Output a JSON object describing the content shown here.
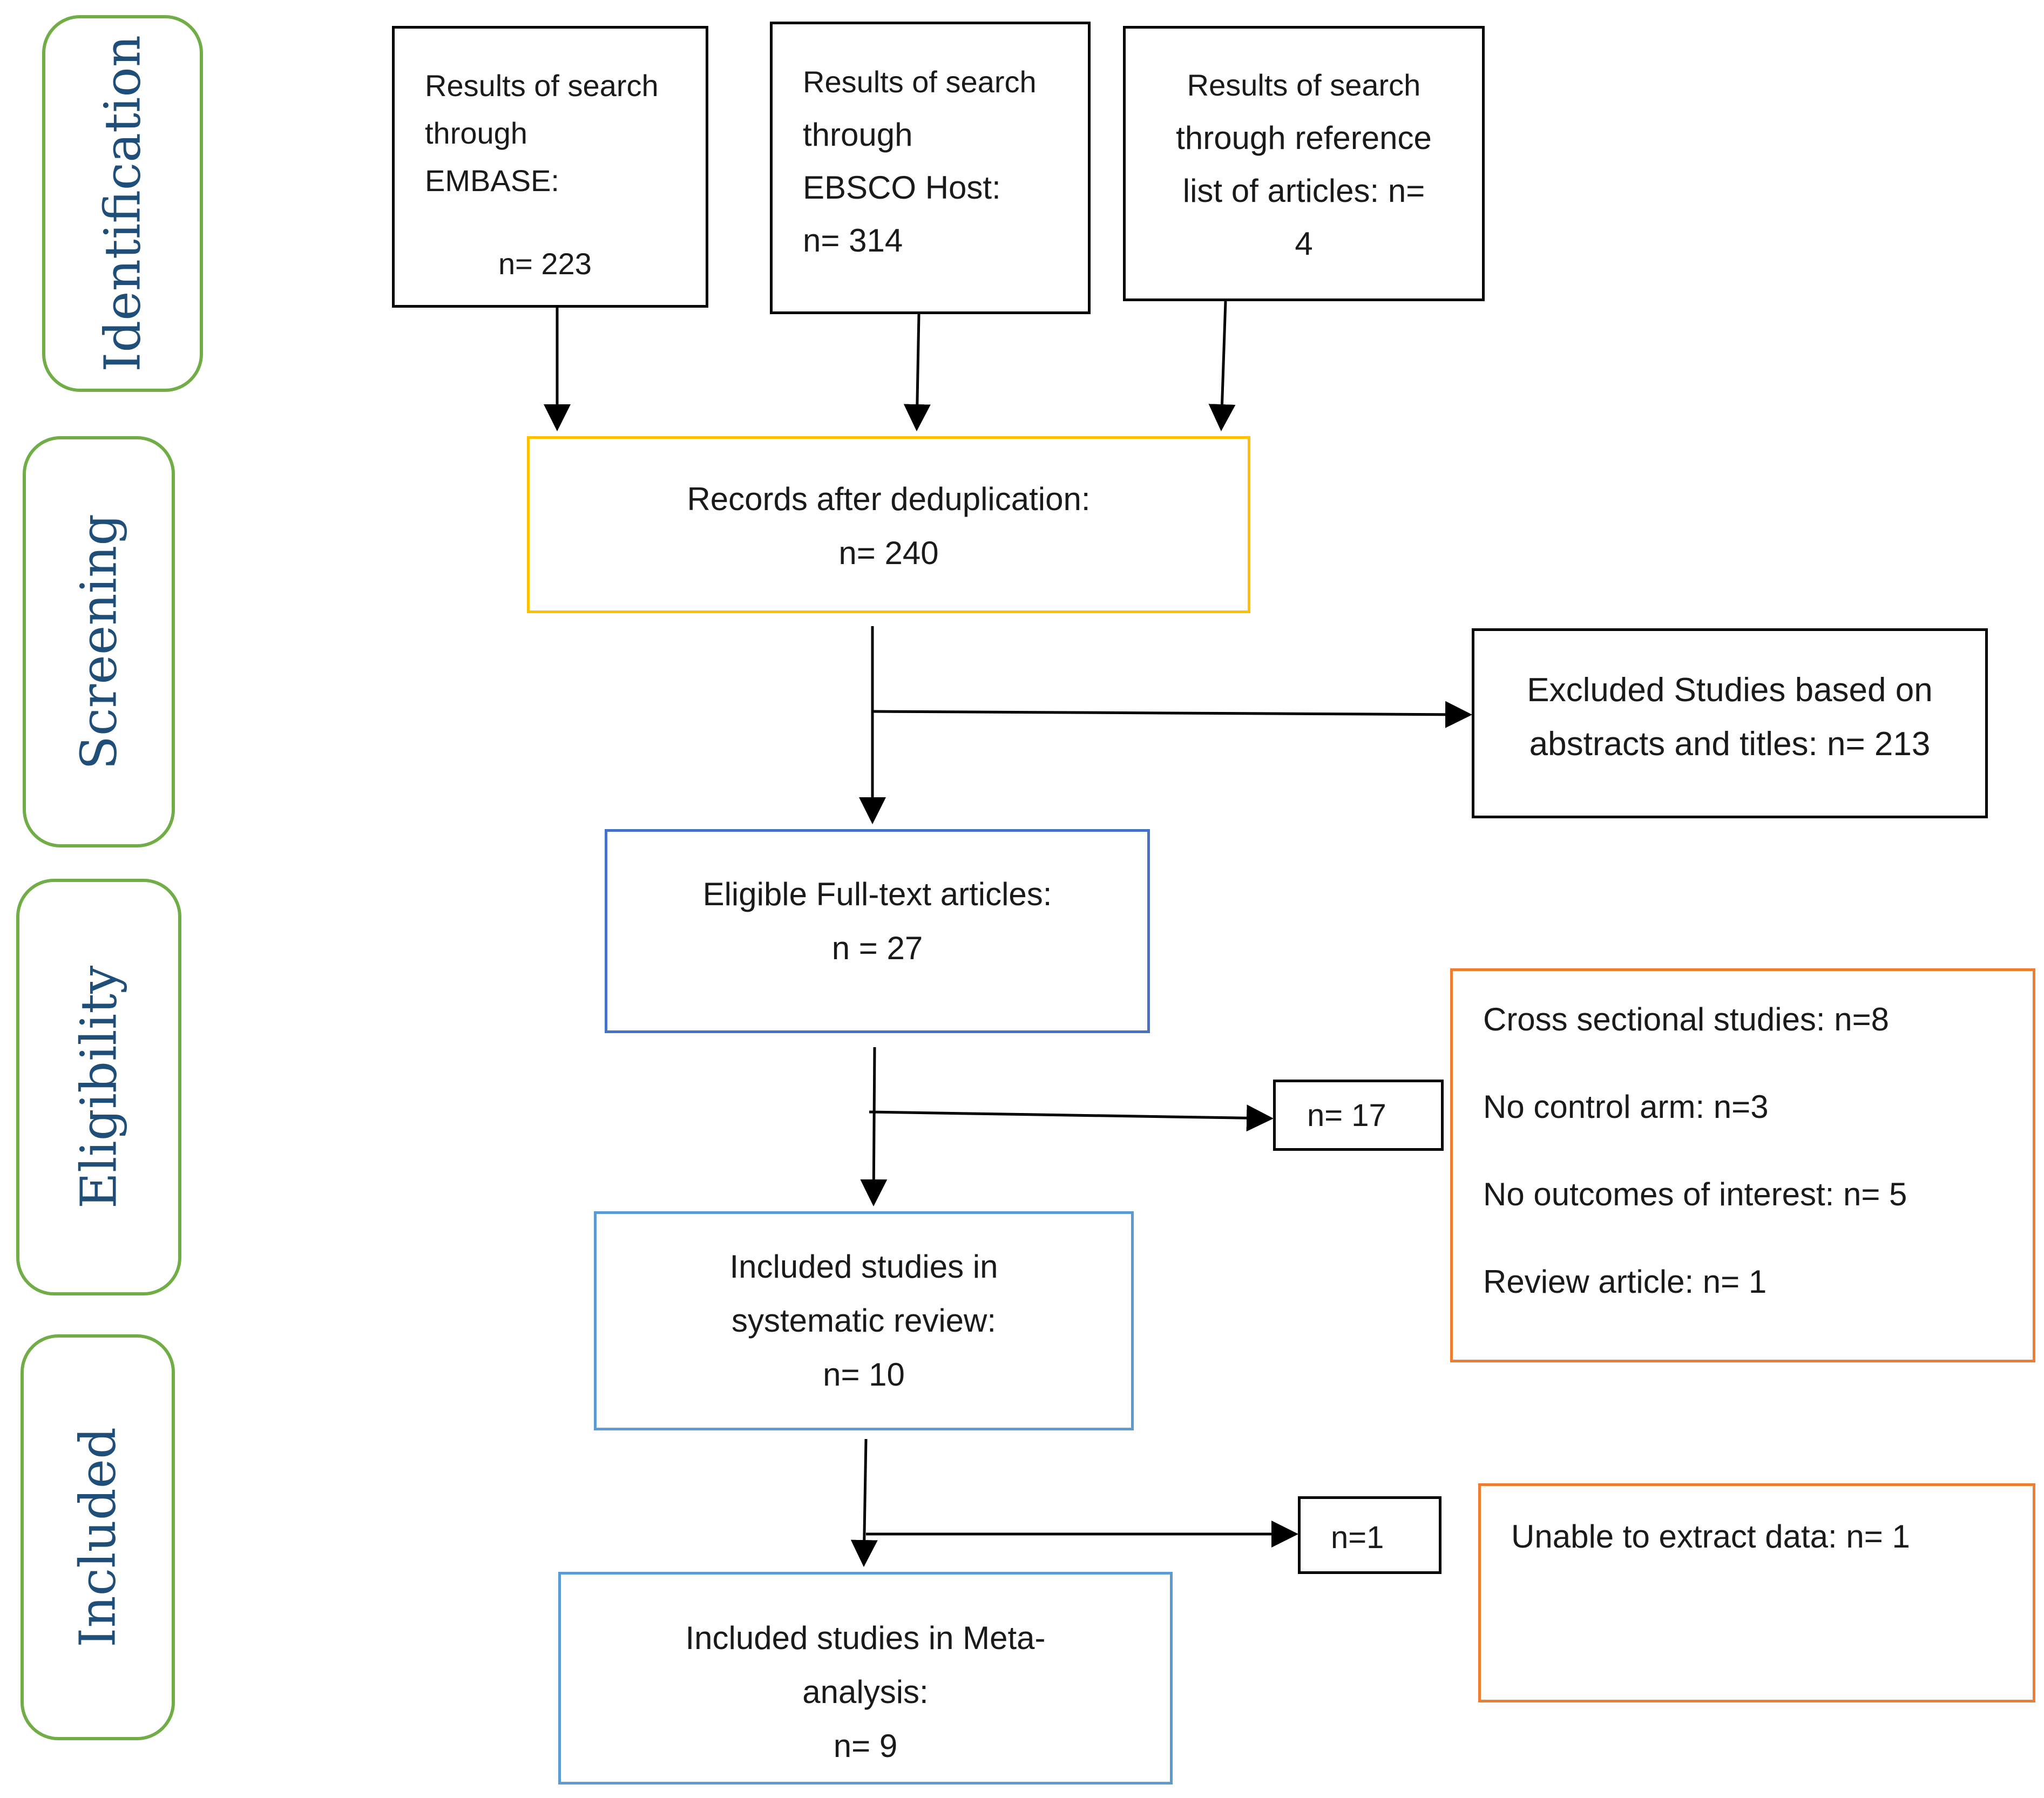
{
  "colors": {
    "phase_border": "#70ad47",
    "phase_text": "#1f4e79",
    "black": "#000000",
    "yellow": "#ffc000",
    "blue": "#4472c4",
    "light_blue": "#5b9bd5",
    "orange": "#ed7d31"
  },
  "phases": {
    "identification": "Identification",
    "screening": "Screening",
    "eligibility": "Eligibility",
    "included": "Included"
  },
  "sources": {
    "embase": {
      "l1": "Results of search",
      "l2": "through",
      "l3": "EMBASE:",
      "count": "n= 223"
    },
    "ebsco": {
      "l1": "Results of search",
      "l2": "through",
      "l3": "EBSCO Host:",
      "count": "n= 314"
    },
    "reference": {
      "l1": "Results of search",
      "l2": "through reference",
      "l3": "list of articles: n=",
      "count": "4"
    }
  },
  "dedup": {
    "label": "Records after deduplication:",
    "count": "n= 240"
  },
  "excluded_abstracts": {
    "l1": "Excluded Studies based on",
    "l2": "abstracts and titles: n= 213"
  },
  "eligible": {
    "label": "Eligible Full-text articles:",
    "count": "n = 27"
  },
  "excluded_fulltext": {
    "count": "n= 17"
  },
  "reasons": [
    "Cross sectional studies: n=8",
    "No control arm: n=3",
    "No outcomes of interest: n= 5",
    "Review article: n= 1"
  ],
  "systematic": {
    "l1": "Included studies in",
    "l2": "systematic review:",
    "count": "n= 10"
  },
  "excluded_meta": {
    "count": "n=1"
  },
  "unable": {
    "label": "Unable to extract data: n= 1"
  },
  "meta": {
    "l1": "Included studies in Meta-",
    "l2": "analysis:",
    "count": "n= 9"
  }
}
